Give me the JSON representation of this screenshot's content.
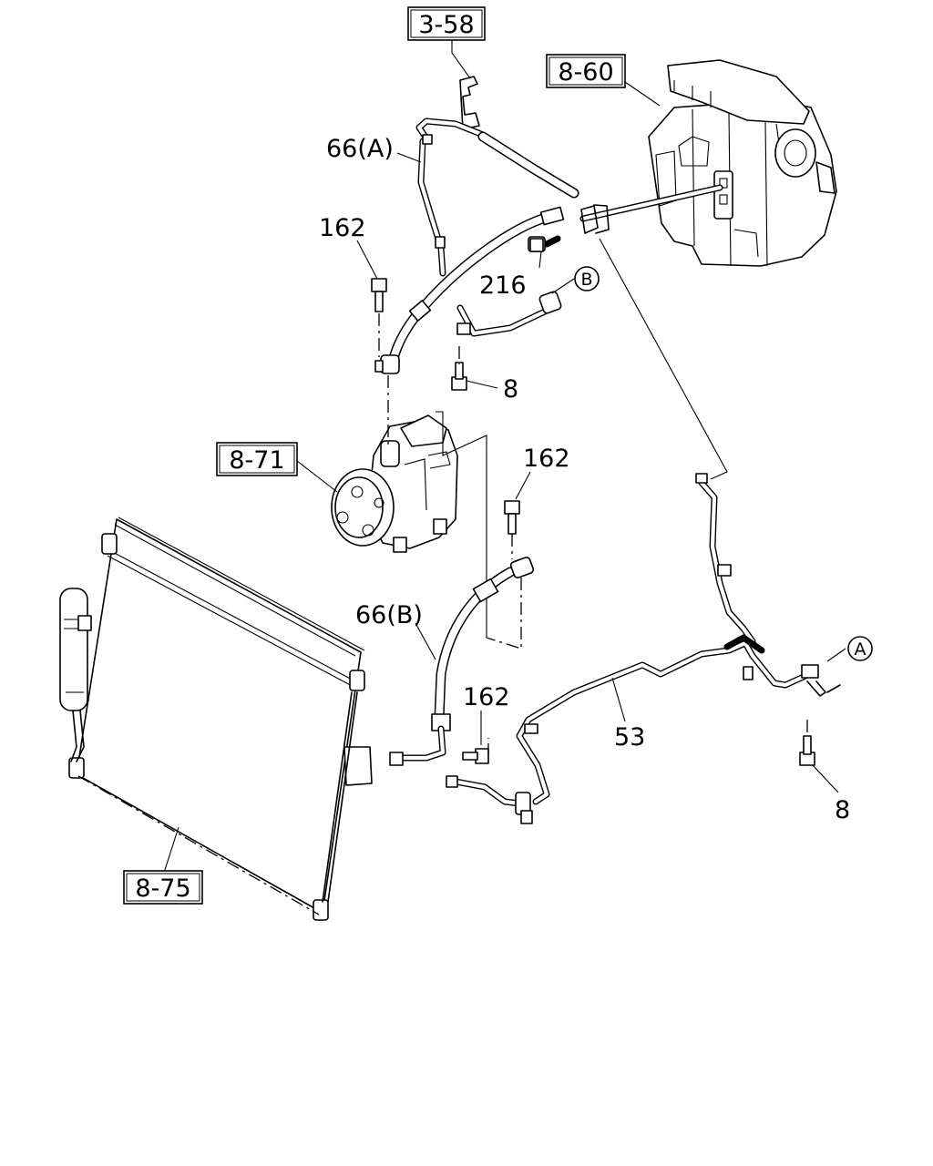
{
  "refs": {
    "r358": "3-58",
    "r860": "8-60",
    "r871": "8-71",
    "r875": "8-75"
  },
  "parts": {
    "p66a": "66(A)",
    "p66b": "66(B)",
    "p162_top": "162",
    "p162_mid": "162",
    "p162_low": "162",
    "p216": "216",
    "p8_top": "8",
    "p8_right": "8",
    "p53": "53"
  },
  "connectors": {
    "a": "A",
    "b": "B"
  }
}
